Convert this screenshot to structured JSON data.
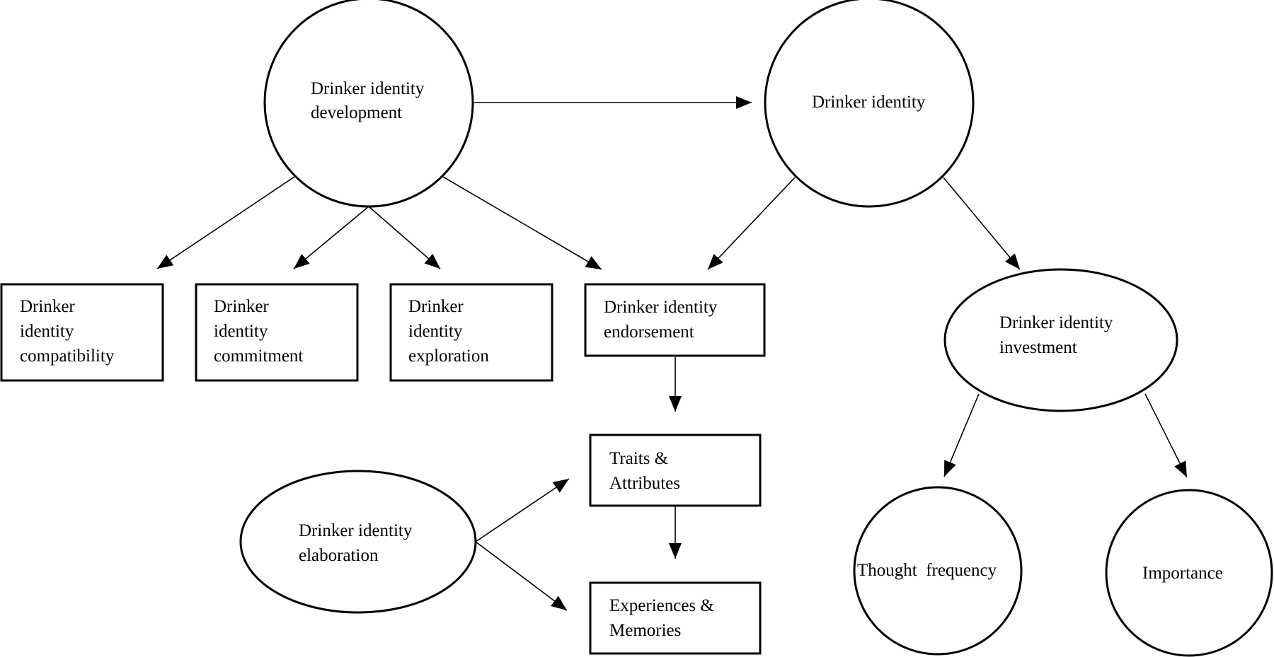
{
  "nodes": {
    "development": {
      "shape": "circle",
      "lines": [
        "Drinker identity",
        "development"
      ]
    },
    "identity": {
      "shape": "circle",
      "lines": [
        "Drinker identity"
      ]
    },
    "compatibility": {
      "shape": "box",
      "lines": [
        "Drinker",
        "identity",
        "compatibility"
      ]
    },
    "commitment": {
      "shape": "box",
      "lines": [
        "Drinker",
        "identity",
        "commitment"
      ]
    },
    "exploration": {
      "shape": "box",
      "lines": [
        "Drinker",
        "identity",
        "exploration"
      ]
    },
    "endorsement": {
      "shape": "box",
      "lines": [
        "Drinker identity",
        "endorsement"
      ]
    },
    "investment": {
      "shape": "ellipse",
      "lines": [
        "Drinker identity",
        "investment"
      ]
    },
    "traits": {
      "shape": "box",
      "lines": [
        "Traits &",
        "Attributes"
      ]
    },
    "elaboration": {
      "shape": "ellipse",
      "lines": [
        "Drinker identity",
        "elaboration"
      ]
    },
    "experiences": {
      "shape": "box",
      "lines": [
        "Experiences &",
        "Memories"
      ]
    },
    "thought": {
      "shape": "circle",
      "lines": [
        "Thought  frequency"
      ]
    },
    "importance": {
      "shape": "circle",
      "lines": [
        "Importance"
      ]
    }
  },
  "edges": [
    {
      "from": "development",
      "to": "identity"
    },
    {
      "from": "development",
      "to": "compatibility"
    },
    {
      "from": "development",
      "to": "commitment"
    },
    {
      "from": "development",
      "to": "exploration"
    },
    {
      "from": "development",
      "to": "endorsement"
    },
    {
      "from": "identity",
      "to": "endorsement"
    },
    {
      "from": "identity",
      "to": "investment"
    },
    {
      "from": "endorsement",
      "to": "traits"
    },
    {
      "from": "traits",
      "to": "experiences"
    },
    {
      "from": "elaboration",
      "to": "traits"
    },
    {
      "from": "elaboration",
      "to": "experiences"
    },
    {
      "from": "investment",
      "to": "thought"
    },
    {
      "from": "investment",
      "to": "importance"
    }
  ]
}
